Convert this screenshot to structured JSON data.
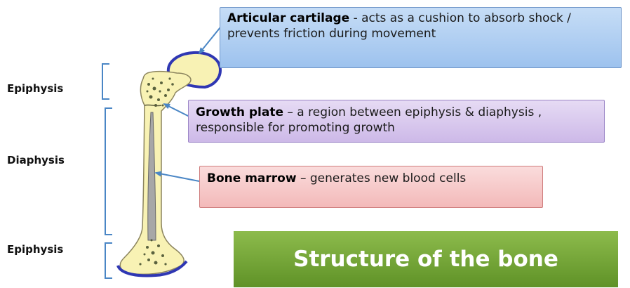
{
  "regions": {
    "top_epiphysis": "Epiphysis",
    "diaphysis": "Diaphysis",
    "bottom_epiphysis": "Epiphysis"
  },
  "callouts": {
    "articular_cartilage": {
      "term": "Articular cartilage",
      "description": "-  acts as a cushion to absorb shock / prevents friction during movement"
    },
    "growth_plate": {
      "term": "Growth plate",
      "description": "– a region between epiphysis & diaphysis , responsible for promoting  growth"
    },
    "bone_marrow": {
      "term": "Bone marrow",
      "description": "– generates new blood cells"
    }
  },
  "title": "Structure of the bone",
  "colors": {
    "bone": "#f8f2b4",
    "cartilage_outline": "#2f37b3",
    "marrow": "#a7a7a7",
    "cartilage_box": "#b6d2f2",
    "growth_box": "#dbcdee",
    "marrow_box": "#f7c9c9",
    "title_box": "#77a93a",
    "bracket": "#4a86c5"
  }
}
